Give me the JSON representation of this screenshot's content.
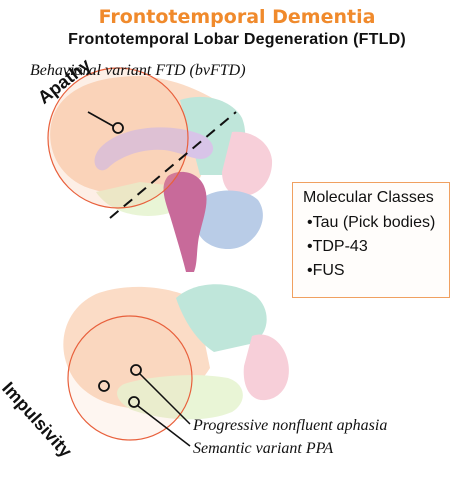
{
  "title": "Frontotemporal Dementia",
  "subtitle": "Frontotemporal Lobar Degeneration (FTLD)",
  "bvftd_label": "Behavioral variant FTD (bvFTD)",
  "apathy_label": "Apathy",
  "impulsivity_label": "Impulsivity",
  "molecular": {
    "title": "Molecular Classes",
    "items": [
      "•Tau (Pick bodies)",
      "•TDP-43",
      "•FUS"
    ]
  },
  "pnfa_label": "Progressive nonfluent aphasia",
  "svppa_label": "Semantic variant PPA",
  "colors": {
    "title": "#f08a2c",
    "highlight_circle": "#e8603c",
    "frontal": "#fbdcc6",
    "parietal": "#bfe6da",
    "occipital": "#f7cfd9",
    "temporal": "#e9f5d6",
    "cerebellum": "#b9cce7",
    "corpus_callosum": "#d8c4e8",
    "brainstem": "#c86a9a"
  }
}
